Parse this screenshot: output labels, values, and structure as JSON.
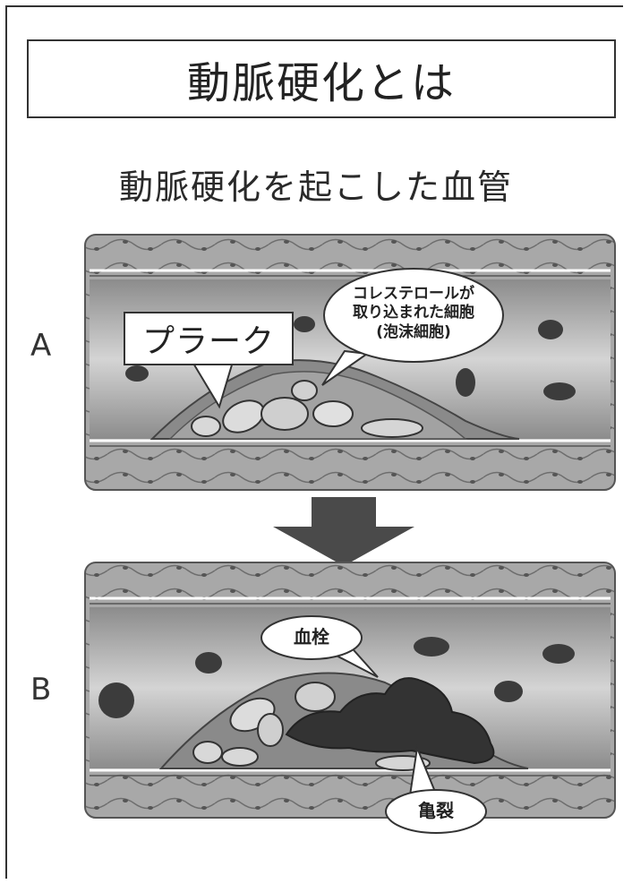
{
  "title": "動脈硬化とは",
  "subtitle": "動脈硬化を起こした血管",
  "labels": {
    "a": "A",
    "b": "B",
    "plaque": "プラーク",
    "foam_cell_line1": "コレステロールが",
    "foam_cell_line2": "取り込まれた細胞",
    "foam_cell_line3": "(泡沫細胞)",
    "thrombus": "血栓",
    "crack": "亀裂"
  },
  "colors": {
    "wall": "#9a9a9a",
    "lumen": "#bdbdbd",
    "dark": "#3a3a3a",
    "cell": "#d9d9d9",
    "arrow": "#4a4a4a"
  }
}
